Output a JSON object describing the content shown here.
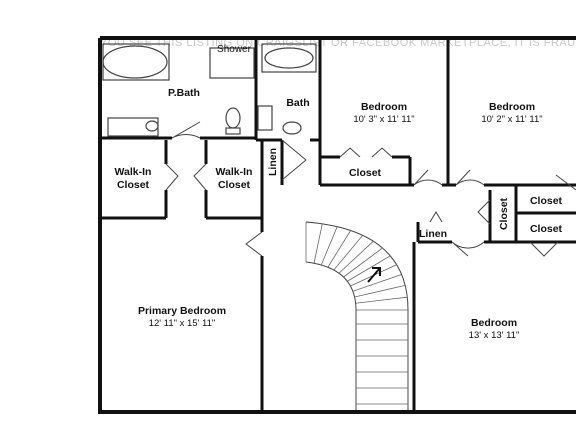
{
  "watermark": "YOU SEE THIS LISTING ON CRAIGSLIST OR FACEBOOK MARKETPLACE, IT IS FRAUD",
  "rooms": {
    "p_bath": "P.Bath",
    "shower": "Shower",
    "bath": "Bath",
    "bedroom_nw": {
      "name": "Bedroom",
      "dims": "10' 3\" x 11' 11\""
    },
    "bedroom_ne": {
      "name": "Bedroom",
      "dims": "10' 2\" x 11' 11\""
    },
    "walkin_1": [
      "Walk-In",
      "Closet"
    ],
    "walkin_2": [
      "Walk-In",
      "Closet"
    ],
    "linen_1": "Linen",
    "closet_mid": "Closet",
    "closet_r1": "Closet",
    "closet_r2": "Closet",
    "closet_r3": "Closet",
    "linen_2": "Linen",
    "primary_bedroom": {
      "name": "Primary Bedroom",
      "dims": "12' 11\" x 15' 11\""
    },
    "bedroom_se": {
      "name": "Bedroom",
      "dims": "13' x 13' 11\""
    }
  },
  "colors": {
    "wall": "#111111",
    "line": "#444444",
    "background": "#ffffff"
  }
}
